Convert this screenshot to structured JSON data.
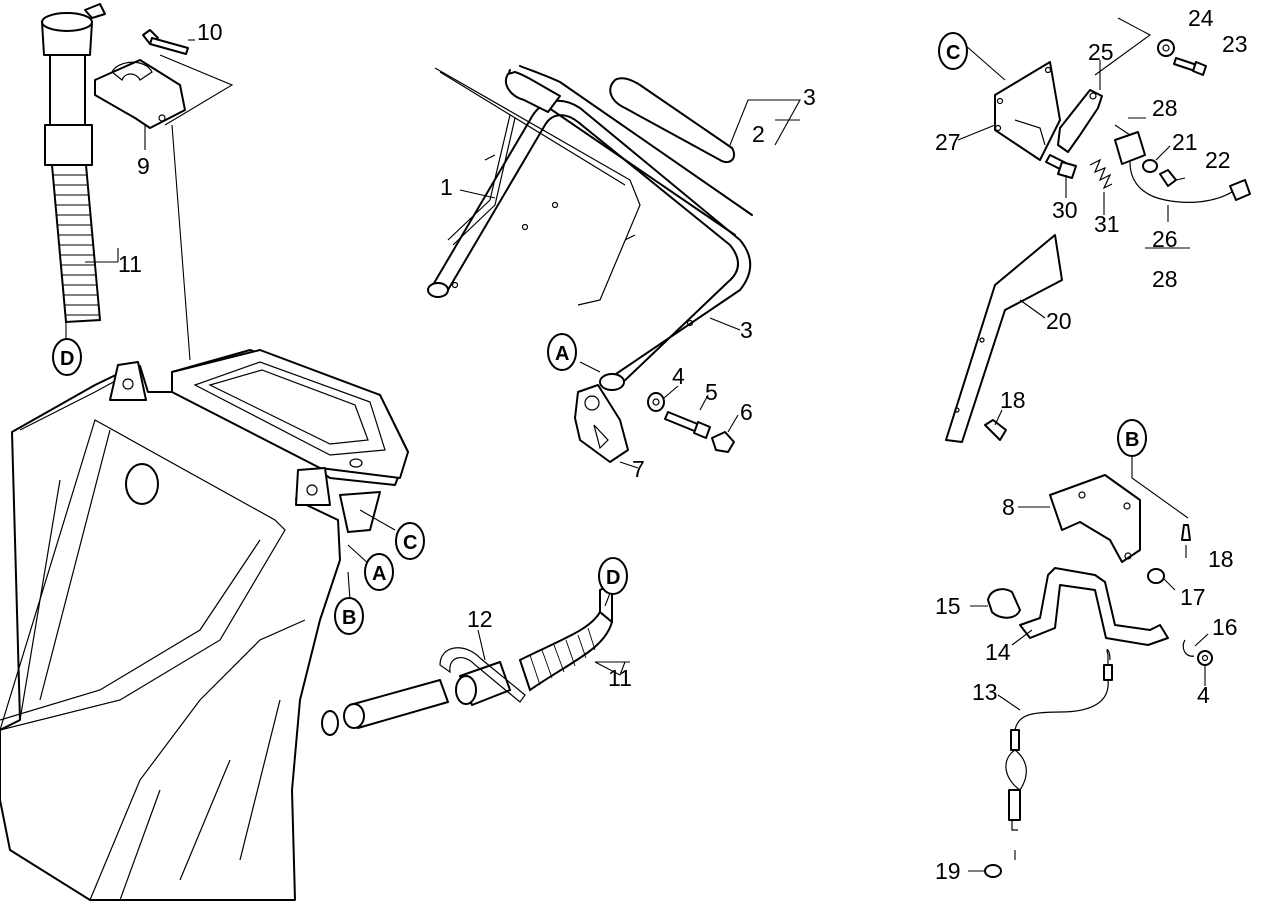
{
  "diagram": {
    "callouts": [
      "1",
      "2",
      "3",
      "3",
      "4",
      "4",
      "5",
      "6",
      "7",
      "8",
      "9",
      "10",
      "11",
      "11",
      "12",
      "13",
      "14",
      "15",
      "16",
      "17",
      "18",
      "18",
      "19",
      "20",
      "21",
      "22",
      "23",
      "24",
      "25",
      "26",
      "27",
      "28",
      "28",
      "30",
      "31"
    ],
    "refs": [
      "A",
      "A",
      "B",
      "B",
      "C",
      "C",
      "D",
      "D"
    ]
  }
}
